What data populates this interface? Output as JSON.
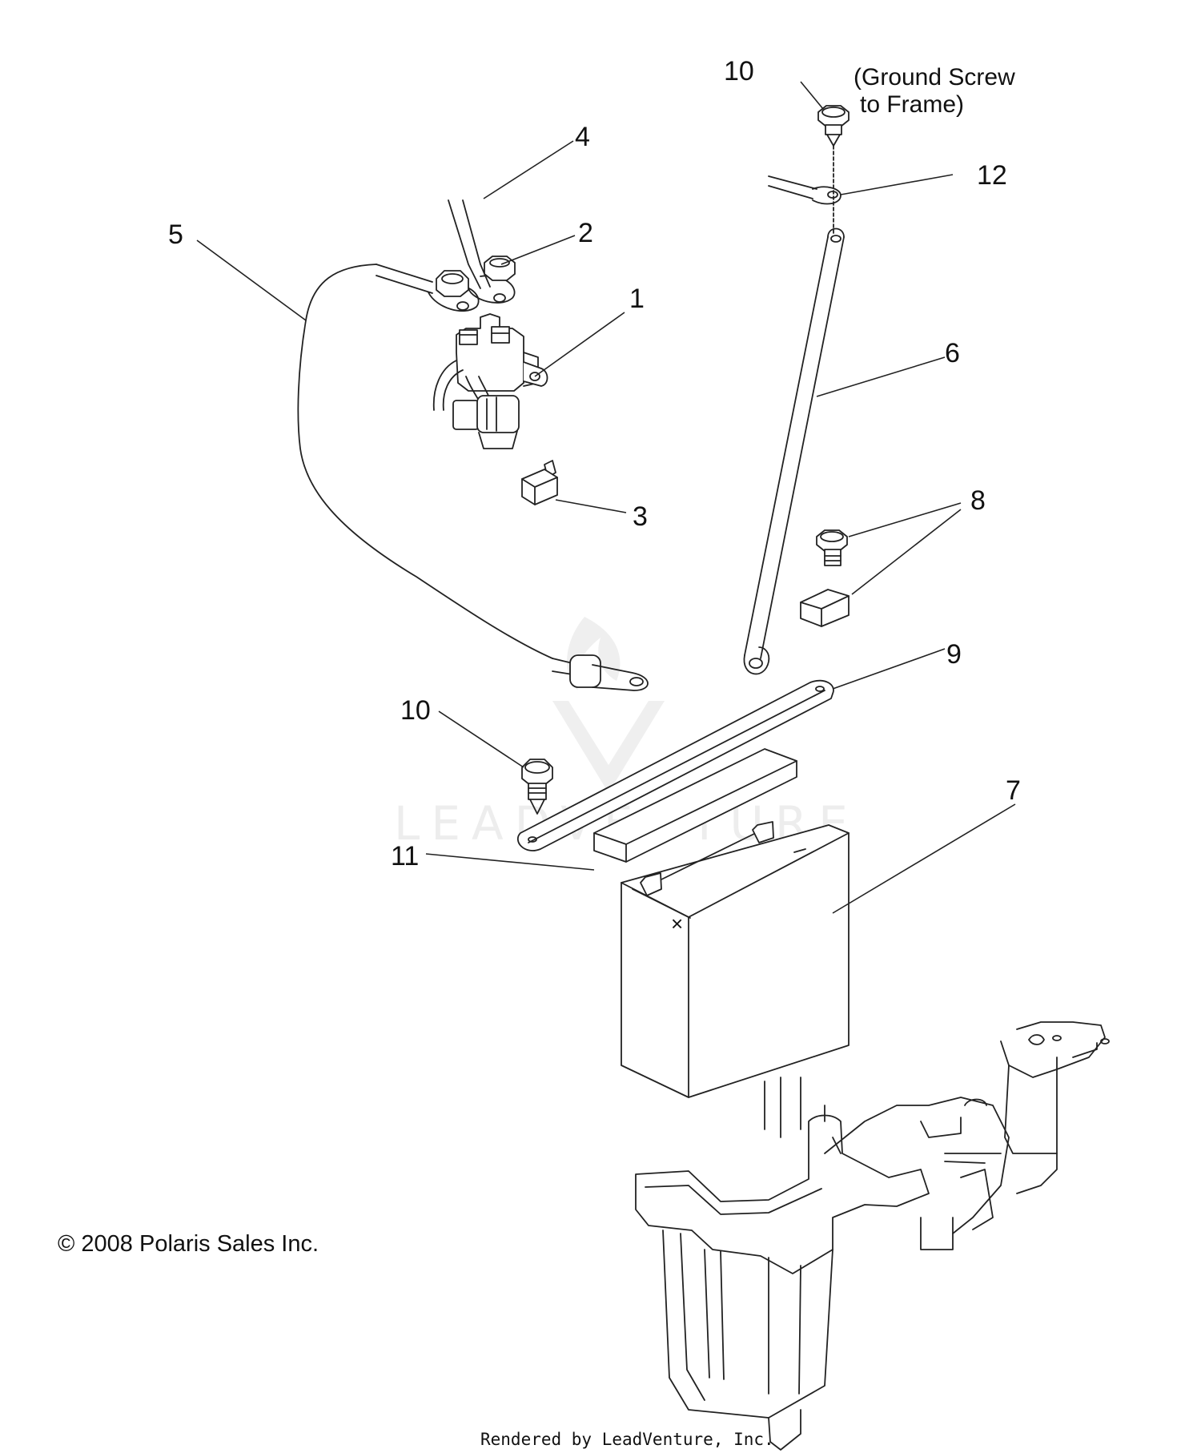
{
  "callouts": {
    "c1": "1",
    "c2": "2",
    "c3": "3",
    "c4": "4",
    "c5": "5",
    "c6": "6",
    "c7": "7",
    "c8": "8",
    "c9": "9",
    "c10_top": "10",
    "c10_bottom": "10",
    "c11": "11",
    "c12": "12"
  },
  "notes": {
    "ground_line1": "(Ground Screw",
    "ground_line2": "to Frame)"
  },
  "copyright": "© 2008 Polaris Sales Inc.",
  "watermark": "LEADVENTURE",
  "footer": "Rendered by LeadVenture, Inc."
}
